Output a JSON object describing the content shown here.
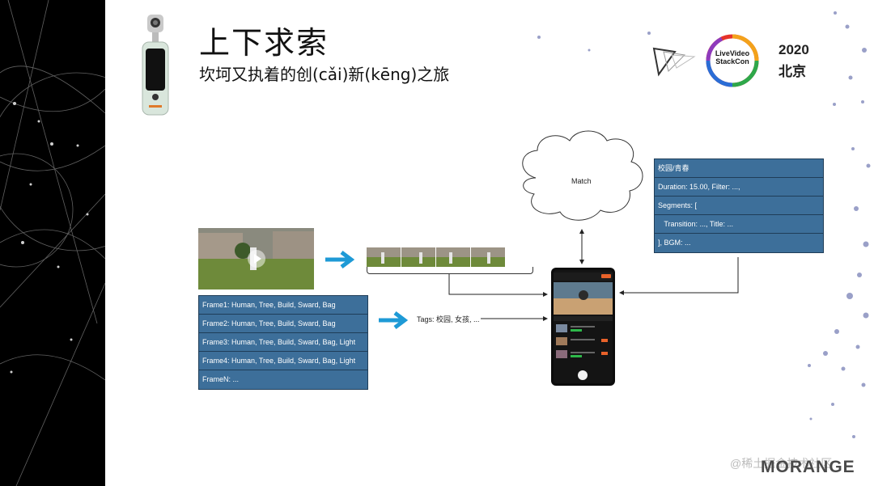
{
  "slide": {
    "title": "上下求索",
    "subtitle": "坎坷又执着的创(cǎi)新(kēng)之旅"
  },
  "conference": {
    "year": "2020",
    "city": "北京",
    "badge_line1": "LiveVideo",
    "badge_line2": "StackCon"
  },
  "diagram": {
    "cloud_label": "Match",
    "tags_label": "Tags: 校园, 女孩, ...",
    "frame_rows": [
      "Frame1: Human, Tree, Build, Sward, Bag",
      "Frame2: Human, Tree, Build, Sward, Bag",
      "Frame3: Human, Tree, Build, Sward, Bag, Light",
      "Frame4: Human, Tree, Build, Sward, Bag, Light",
      "FrameN: ..."
    ],
    "template_rows": [
      "校园/青春",
      "Duration: 15.00, Filter: ...,",
      "Segments: [",
      "   Transition: ..., Title: ...",
      "], BGM: ..."
    ]
  },
  "footer": {
    "watermark": "@稀土掘金技术社区",
    "brand": "MORANGE"
  },
  "colors": {
    "table_fill": "#3d6f9a",
    "arrow_blue": "#1e9ad6",
    "left_panel": "#000000"
  }
}
